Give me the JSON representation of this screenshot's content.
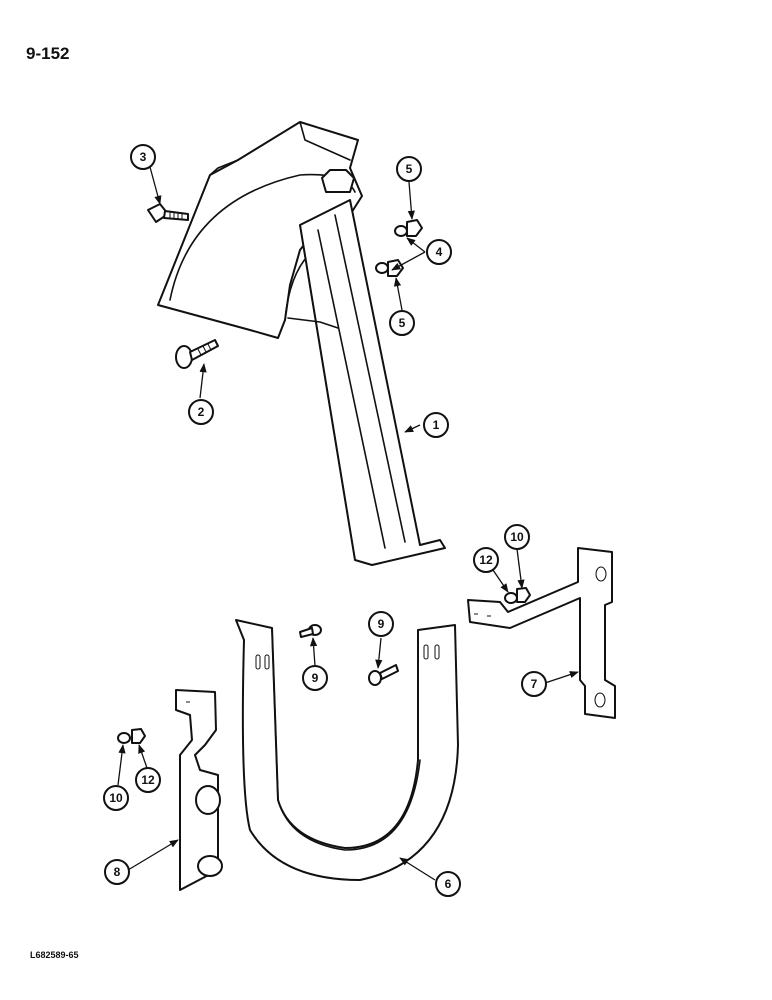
{
  "header": {
    "page_number": "9-152"
  },
  "footer": {
    "reference_code": "L682589-65"
  },
  "callouts": {
    "c1": "1",
    "c2": "2",
    "c3": "3",
    "c4": "4",
    "c5a": "5",
    "c5b": "5",
    "c6": "6",
    "c7": "7",
    "c8": "8",
    "c9a": "9",
    "c9b": "9",
    "c10a": "10",
    "c10b": "10",
    "c12a": "12",
    "c12b": "12"
  }
}
